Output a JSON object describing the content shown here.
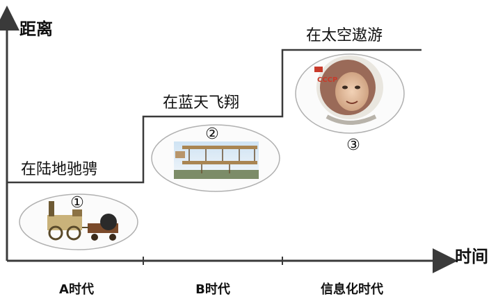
{
  "axes": {
    "y_label": "距离",
    "x_label": "时间"
  },
  "steps": [
    {
      "label": "在陆地驰骋",
      "marker": "①",
      "image": "steam-locomotive-illustration"
    },
    {
      "label": "在蓝天飞翔",
      "marker": "②",
      "image": "early-biplane-illustration"
    },
    {
      "label": "在太空遨游",
      "marker": "③",
      "image": "astronaut-portrait"
    }
  ],
  "eras": [
    "A时代",
    "B时代",
    "信息化时代"
  ],
  "colors": {
    "line": "#3a3a3a",
    "ellipse_stroke": "#b0b0b0"
  }
}
